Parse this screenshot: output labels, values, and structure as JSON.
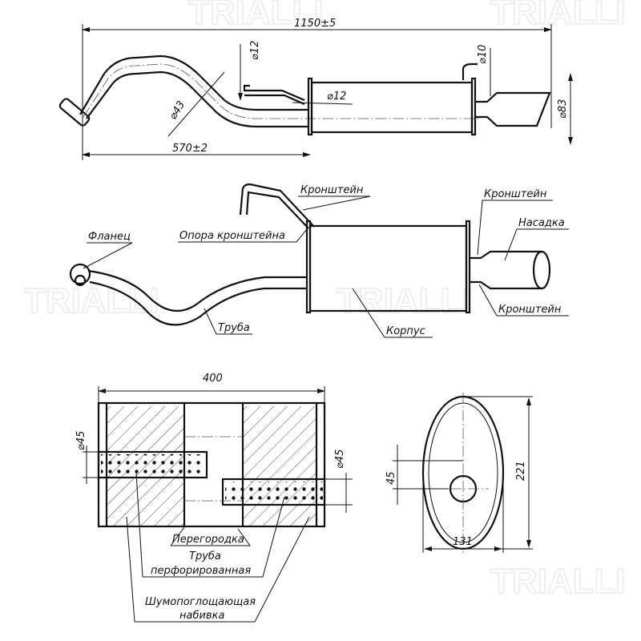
{
  "watermark": "TRIALLI",
  "top_view": {
    "overall_length": "1150±5",
    "pipe_length": "570±2",
    "bracket_dia_1": "⌀12",
    "pipe_dia": "⌀43",
    "bracket_dia_2": "⌀12",
    "rear_bracket_dia": "⌀10",
    "tip_dia": "⌀83"
  },
  "side_view": {
    "labels": {
      "bracket_top": "Кронштейн",
      "bracket_support": "Опора кронштейна",
      "flange": "Фланец",
      "bracket_rear_top": "Кронштейн",
      "tip": "Насадка",
      "bracket_rear_bottom": "Кронштейн",
      "pipe": "Труба",
      "body": "Корпус"
    }
  },
  "section_view": {
    "length": "400",
    "inlet_dia": "⌀45",
    "outlet_dia": "⌀45",
    "labels": {
      "baffle": "Перегородка",
      "perforated_pipe_1": "Труба",
      "perforated_pipe_2": "перфорированная",
      "packing_1": "Шумопоглощающая",
      "packing_2": "набивка"
    }
  },
  "end_view": {
    "offset": "45",
    "height": "221",
    "width": "131"
  }
}
